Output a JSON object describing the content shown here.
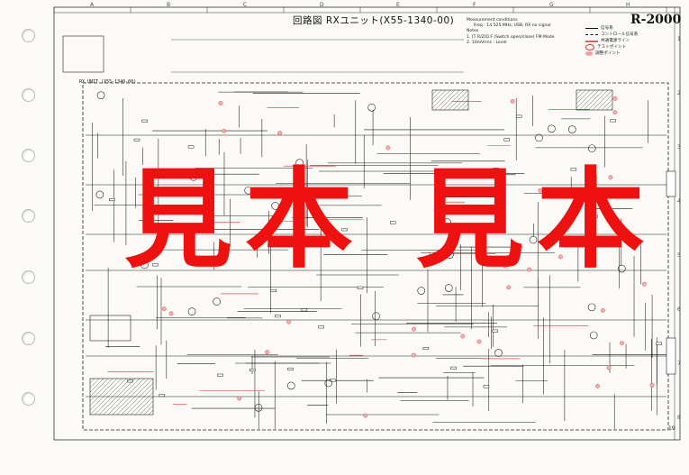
{
  "page": {
    "title": "回路図 RXユニット(X55-1340-00)",
    "model": "R-2000",
    "page_number": "19",
    "unit_label": "RX UNIT (X55-1340-00)",
    "column_labels": [
      "A",
      "B",
      "C",
      "D",
      "E",
      "F",
      "G",
      "H"
    ],
    "row_labels": [
      "1",
      "2",
      "3",
      "4",
      "5",
      "6",
      "7",
      "8"
    ]
  },
  "measurement": {
    "heading": "Measurement conditions",
    "line1": "Freq : 14.525 MHz, USB, RX no signal",
    "notes_heading": "Notes",
    "note1": "1. [T R/Z/D.F (Switch open/close) FM Mode",
    "note2": "2. 10mVrms : Level"
  },
  "legend": [
    {
      "key": "signal",
      "label": "信号系"
    },
    {
      "key": "control",
      "label": "コントロール信号系"
    },
    {
      "key": "common",
      "label": "共通電源ライン"
    },
    {
      "key": "test",
      "label": "テストポイント"
    },
    {
      "key": "adjust",
      "label": "調整ポイント"
    }
  ],
  "watermark": "見本 見本",
  "colors": {
    "watermark": "#ef1010",
    "ink": "#1a1a1a",
    "annotation_red": "#d43030"
  }
}
